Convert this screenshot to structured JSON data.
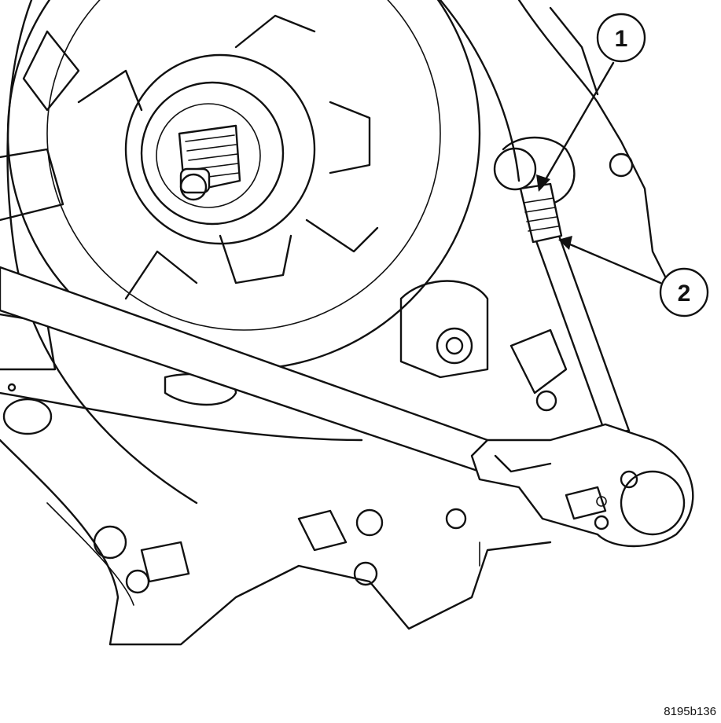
{
  "figure": {
    "id": "8195b136",
    "callouts": [
      {
        "number": "1"
      },
      {
        "number": "2"
      }
    ]
  }
}
